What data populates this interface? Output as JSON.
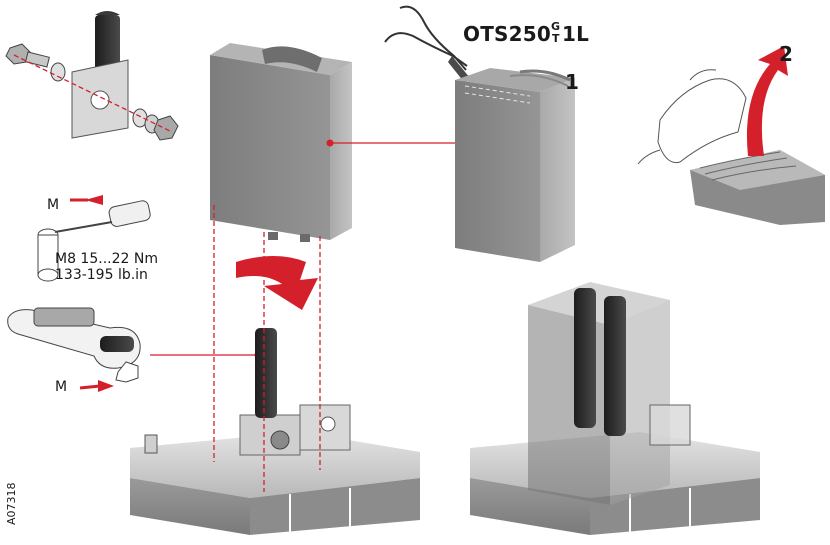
{
  "title": {
    "prefix": "OTS250",
    "sup": "G",
    "sub": "T",
    "suffix": "1L"
  },
  "steps": {
    "one": "1",
    "two": "2"
  },
  "torque": {
    "line1": "M8 15...22 Nm",
    "line2": "133-195 lb.in"
  },
  "moment_labels": {
    "top": "M",
    "bottom": "M"
  },
  "document_id": "A07318",
  "colors": {
    "accent_red": "#d4202a",
    "cover_gray": "#8a8a8a",
    "dark_terminal": "#2b2b2b",
    "line_gray": "#4a4a4a"
  }
}
